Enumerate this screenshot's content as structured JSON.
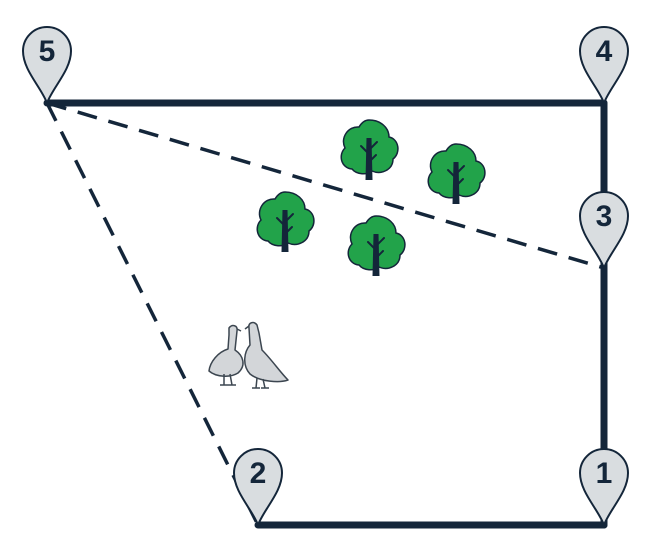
{
  "colors": {
    "path": "#14263a",
    "pin_fill": "#d9dde0",
    "pin_stroke": "#14263a",
    "tree_canopy": "#22a34a",
    "tree_trunk": "#14263a",
    "goose_fill": "#d3d6d9",
    "goose_stroke": "#3c4650"
  },
  "markers": [
    {
      "id": "1",
      "label": "1"
    },
    {
      "id": "2",
      "label": "2"
    },
    {
      "id": "3",
      "label": "3"
    },
    {
      "id": "4",
      "label": "4"
    },
    {
      "id": "5",
      "label": "5"
    }
  ],
  "segments": [
    {
      "from": "1",
      "to": "2",
      "style": "solid"
    },
    {
      "from": "1",
      "to": "3",
      "style": "solid"
    },
    {
      "from": "3",
      "to": "4",
      "style": "solid"
    },
    {
      "from": "4",
      "to": "5",
      "style": "solid"
    },
    {
      "from": "5",
      "to": "3",
      "style": "dashed"
    },
    {
      "from": "5",
      "to": "2",
      "style": "dashed"
    }
  ],
  "icons": {
    "trees": [
      "tree-icon",
      "tree-icon",
      "tree-icon",
      "tree-icon"
    ],
    "geese": [
      "goose-icon",
      "goose-icon"
    ]
  }
}
